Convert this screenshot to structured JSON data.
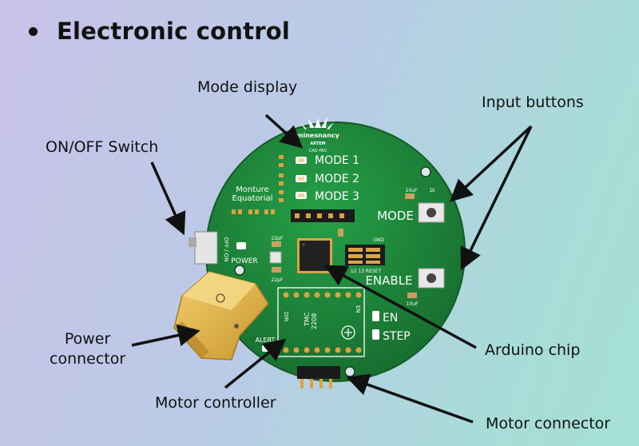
{
  "slide": {
    "title": "Electronic control"
  },
  "callouts": {
    "mode_display": "Mode display",
    "input_buttons": "Input buttons",
    "on_off_switch": "ON/OFF Switch",
    "power_connector": "Power\nconnector",
    "arduino_chip": "Arduino chip",
    "motor_controller": "Motor controller",
    "motor_connector": "Motor connector"
  },
  "board": {
    "logo_line1": "minesnancy",
    "logo_line2": "ARTEM",
    "logo_line3": "CAO-FAO",
    "mode1": "MODE 1",
    "mode2": "MODE 2",
    "mode3": "MODE 3",
    "monture_line1": "Monture",
    "monture_line2": "Equatorial",
    "mode_button_label": "MODE",
    "enable_button_label": "ENABLE",
    "power_label": "POWER",
    "switch_label": "OFF / ON",
    "en_label": "EN",
    "step_label": "STEP",
    "alert_label": "ALERT",
    "driver_line1": "TMC",
    "driver_line2": "2208",
    "dir_label": "DIR",
    "en_pin_label": "EN",
    "cap_22pf_top": "22pF",
    "cap_22pf_bottom": "22pF",
    "cap_10uf_top": "10uF",
    "cap_10uf_bottom": "10uF",
    "header_pins": "12  13  RESET",
    "gnd_label": "GND",
    "res_1k": "1k"
  },
  "colors": {
    "pcb": "#1f8a3c",
    "pcb_dark": "#176b2e",
    "silkscreen": "#ffffff",
    "pad": "#d9a441",
    "connector_body": "#e8b94a",
    "chip": "#222222"
  }
}
